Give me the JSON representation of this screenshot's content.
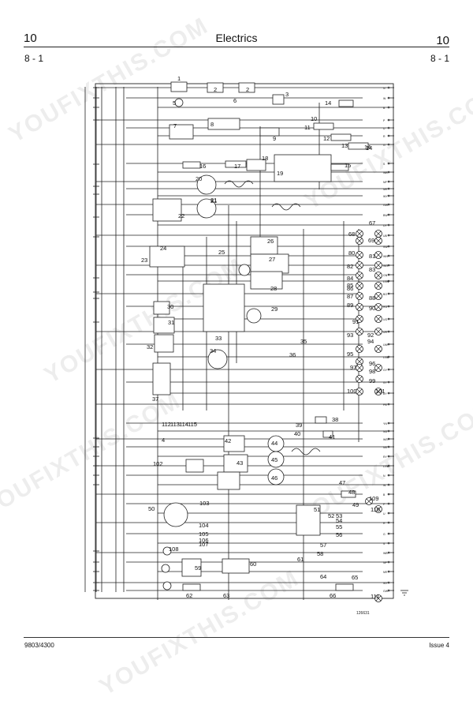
{
  "header": {
    "section_left": "10",
    "title": "Electrics",
    "section_right": "10",
    "page_left": "8 - 1",
    "page_right": "8 - 1"
  },
  "footer": {
    "doc_code": "9803/4300",
    "issue": "Issue 4"
  },
  "figure_ref": "126631",
  "watermarks": [
    "YOUFIXTHIS.COM",
    "YOUFIXTHIS.COM",
    "YOUFIXTHIS.COM",
    "YOUFIXTHIS.COM",
    "YOUFIXTHIS.COM",
    "YOUFIXTHIS.COM"
  ],
  "components": [
    "1",
    "2",
    "2",
    "3",
    "4",
    "5",
    "6",
    "7",
    "8",
    "9",
    "10",
    "11",
    "12",
    "13",
    "14",
    "14",
    "14",
    "15",
    "16",
    "17",
    "18",
    "19",
    "20",
    "21",
    "21",
    "22",
    "23",
    "24",
    "25",
    "26",
    "27",
    "28",
    "29",
    "30",
    "31",
    "32",
    "33",
    "34",
    "35",
    "36",
    "37",
    "38",
    "39",
    "40",
    "41",
    "42",
    "43",
    "44",
    "45",
    "46",
    "47",
    "48",
    "49",
    "50",
    "51",
    "52",
    "53",
    "54",
    "55",
    "56",
    "57",
    "58",
    "59",
    "60",
    "61",
    "62",
    "63",
    "64",
    "65",
    "66",
    "67",
    "68",
    "69",
    "80",
    "81",
    "82",
    "83",
    "84",
    "85",
    "86",
    "87",
    "88",
    "89",
    "90",
    "91",
    "92",
    "93",
    "94",
    "95",
    "96",
    "97",
    "98",
    "99",
    "100",
    "101",
    "102",
    "103",
    "104",
    "105",
    "106",
    "107",
    "108",
    "109",
    "110",
    "111",
    "112",
    "113",
    "114",
    "115"
  ],
  "wire_codes": [
    "N",
    "W",
    "B",
    "P",
    "U",
    "R",
    "G",
    "S",
    "WB",
    "NP",
    "NR",
    "WY",
    "GW",
    "BW",
    "UY",
    "UB",
    "SW",
    "WN",
    "WG",
    "GN",
    "LGN",
    "BG",
    "RG",
    "UG",
    "UR",
    "UW",
    "LGB",
    "GY",
    "SY",
    "BY",
    "PB",
    "YN",
    "NG",
    "WS",
    "NS",
    "RY",
    "LGW"
  ]
}
